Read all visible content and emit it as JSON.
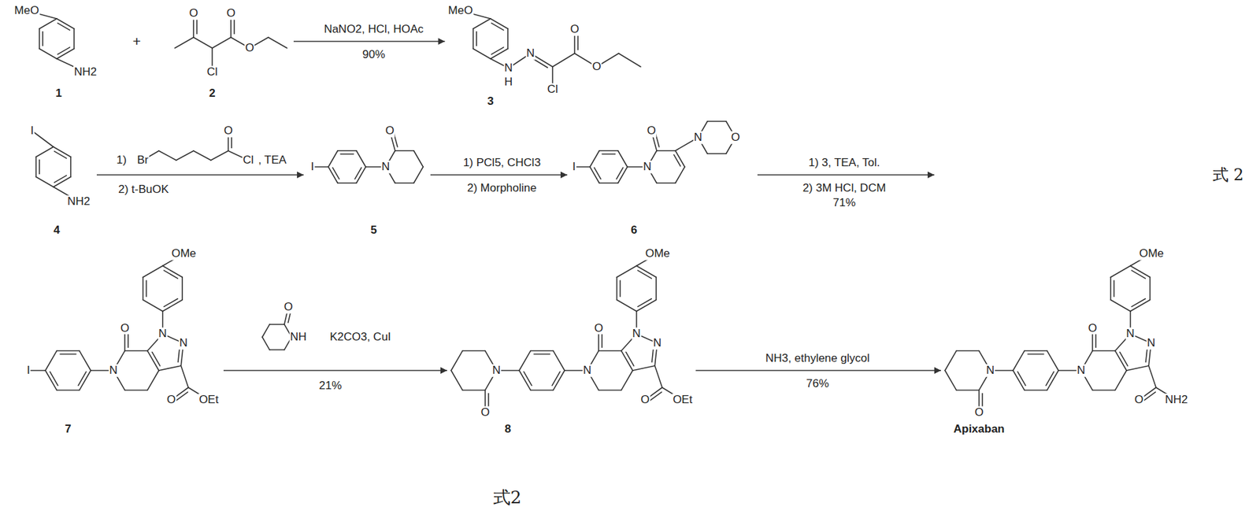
{
  "diagram": {
    "caption": "式2",
    "nodes": [
      {
        "text": [
          "MeO",
          "NH2",
          "1"
        ]
      },
      {
        "text": [
          "O",
          "O",
          "O",
          "Cl",
          "2"
        ]
      },
      {
        "text": [
          "MeO",
          "O",
          "N",
          "N",
          "O",
          "H",
          "Cl",
          "3"
        ]
      },
      {
        "text": [
          "I",
          "NH2",
          "4"
        ]
      },
      {
        "text": [
          "I",
          "O",
          "N",
          "5"
        ]
      },
      {
        "text": [
          "I",
          "O",
          "N",
          "N",
          "O",
          "6"
        ]
      },
      {
        "text": [
          "I",
          "O",
          "N",
          "OMe",
          "N",
          "N",
          "O",
          "OEt",
          "7"
        ]
      },
      {
        "text": [
          "O",
          "N",
          "O",
          "N",
          "OMe",
          "N",
          "N",
          "O",
          "OEt",
          "8"
        ]
      },
      {
        "text": [
          "O",
          "N",
          "O",
          "N",
          "OMe",
          "N",
          "N",
          "O",
          "NH2",
          "Apixaban"
        ]
      }
    ],
    "edges": [
      {
        "from": 1,
        "to": 2,
        "arrow": "to"
      },
      {
        "from": 3,
        "to": 4,
        "arrow": "to"
      },
      {
        "from": 4,
        "to": 5,
        "arrow": "to"
      },
      {
        "from": 6,
        "to": 7,
        "arrow": "to"
      },
      {
        "from": 7,
        "to": 8,
        "arrow": "to"
      }
    ],
    "labels": [
      "+",
      "NaNO2, HCl, HOAc",
      "90%",
      "1)",
      "Br",
      "O",
      "Cl",
      ", TEA",
      "2) t-BuOK",
      "1) PCl5, CHCl3",
      "2) Morpholine",
      "1) 3, TEA, Tol.",
      "2) 3M HCl, DCM",
      "71%",
      "式 2",
      "O",
      "NH",
      "K2CO3, CuI",
      "21%",
      "NH3, ethylene glycol",
      "76%"
    ]
  }
}
